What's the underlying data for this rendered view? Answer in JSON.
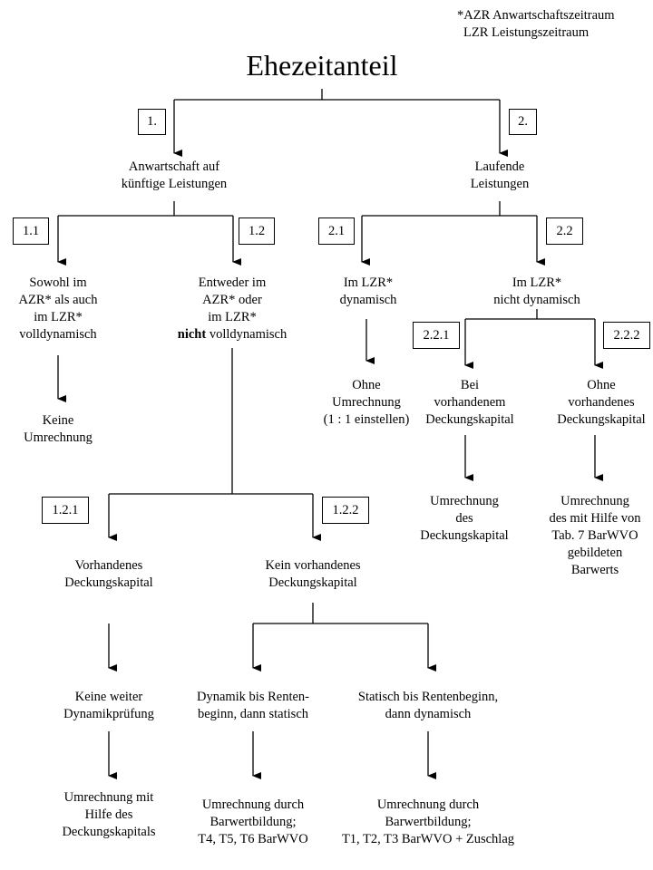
{
  "legend": {
    "line1": "*AZR Anwartschaftszeitraum",
    "line2": "LZR Leistungszeitraum"
  },
  "title": "Ehezeitanteil",
  "labels": {
    "n1": "1.",
    "n2": "2.",
    "n11": "1.1",
    "n12": "1.2",
    "n21": "2.1",
    "n22": "2.2",
    "n221": "2.2.1",
    "n222": "2.2.2",
    "n121": "1.2.1",
    "n122": "1.2.2"
  },
  "nodes": {
    "anwartschaft": [
      "Anwartschaft auf",
      "künftige Leistungen"
    ],
    "laufende": [
      "Laufende",
      "Leistungen"
    ],
    "sowohl": [
      "Sowohl im",
      "AZR* als auch",
      "im LZR*",
      "volldynamisch"
    ],
    "entweder": [
      "Entweder im",
      "AZR* oder",
      "im LZR*"
    ],
    "entweder_bold": "nicht",
    "entweder_rest": " volldynamisch",
    "im_lzr_dyn": [
      "Im LZR*",
      "dynamisch"
    ],
    "im_lzr_nicht": [
      "Im LZR*",
      "nicht dynamisch"
    ],
    "keine_umrechnung": [
      "Keine",
      "Umrechnung"
    ],
    "ohne_umrechnung": [
      "Ohne",
      "Umrechnung",
      "(1 : 1 einstellen)"
    ],
    "bei_vorh": [
      "Bei",
      "vorhandenem",
      "Deckungskapital"
    ],
    "ohne_vorh": [
      "Ohne",
      "vorhandenes",
      "Deckungskapital"
    ],
    "umr_des": [
      "Umrechnung",
      "des",
      "Deckungskapital"
    ],
    "umr_mit_tab": [
      "Umrechnung",
      "des mit Hilfe von",
      "Tab. 7 BarWVO",
      "gebildeten",
      "Barwerts"
    ],
    "vorhandenes": [
      "Vorhandenes",
      "Deckungskapital"
    ],
    "kein_vorh": [
      "Kein vorhandenes",
      "Deckungskapital"
    ],
    "keine_weiter": [
      "Keine weiter",
      "Dynamikprüfung"
    ],
    "dynamik_bis": [
      "Dynamik bis Renten-",
      "beginn, dann statisch"
    ],
    "statisch_bis": [
      "Statisch bis Rentenbeginn,",
      "dann dynamisch"
    ],
    "umr_hilfe": [
      "Umrechnung mit",
      "Hilfe des",
      "Deckungskapitals"
    ],
    "umr_t4": [
      "Umrechnung durch",
      "Barwertbildung;",
      "T4, T5, T6 BarWVO"
    ],
    "umr_t1": [
      "Umrechnung durch",
      "Barwertbildung;",
      "T1, T2, T3 BarWVO + Zuschlag"
    ]
  }
}
